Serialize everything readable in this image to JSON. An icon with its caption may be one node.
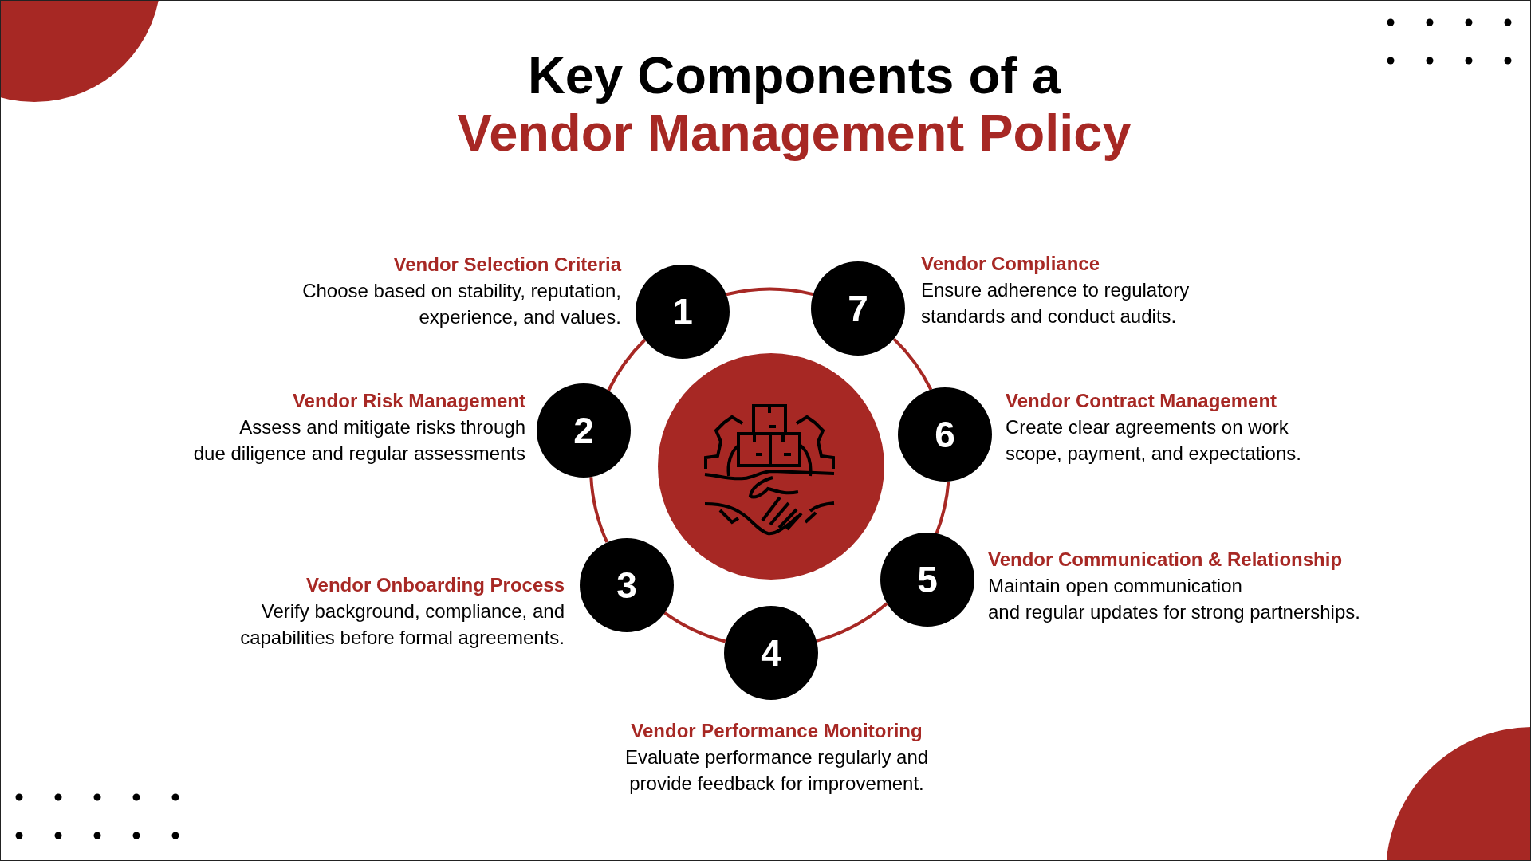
{
  "diagram": {
    "title": "Key Components of a Vendor Management Policy",
    "nodes": [
      {
        "text": [
          "1"
        ],
        "beside": [
          "Vendor Selection Criteria",
          "Choose based on stability, reputation, experience, and values."
        ]
      },
      {
        "text": [
          "2"
        ],
        "beside": [
          "Vendor Risk Management",
          "Assess and mitigate risks through due diligence and regular assessments"
        ]
      },
      {
        "text": [
          "3"
        ],
        "beside": [
          "Vendor Onboarding Process",
          "Verify background, compliance, and capabilities before formal agreements."
        ]
      },
      {
        "text": [
          "4"
        ],
        "beside": [
          "Vendor Performance Monitoring",
          "Evaluate performance regularly and provide feedback for improvement."
        ]
      },
      {
        "text": [
          "5"
        ],
        "beside": [
          "Vendor Communication & Relationship",
          "Maintain open communication and regular updates for strong partnerships."
        ]
      },
      {
        "text": [
          "6"
        ],
        "beside": [
          "Vendor Contract Management",
          "Create clear agreements on work scope, payment, and expectations."
        ]
      },
      {
        "text": [
          "7"
        ],
        "beside": [
          "Vendor Compliance",
          "Ensure adherence to regulatory standards and conduct audits."
        ]
      },
      {
        "text": [],
        "shape": "circle"
      }
    ],
    "edges": [
      {
        "from": 0,
        "to": 1,
        "arrow": "none"
      },
      {
        "from": 1,
        "to": 2,
        "arrow": "none"
      },
      {
        "from": 2,
        "to": 3,
        "arrow": "none"
      },
      {
        "from": 3,
        "to": 4,
        "arrow": "none"
      },
      {
        "from": 4,
        "to": 5,
        "arrow": "none"
      },
      {
        "from": 5,
        "to": 6,
        "arrow": "none"
      },
      {
        "from": 6,
        "to": 0,
        "arrow": "none"
      }
    ]
  }
}
